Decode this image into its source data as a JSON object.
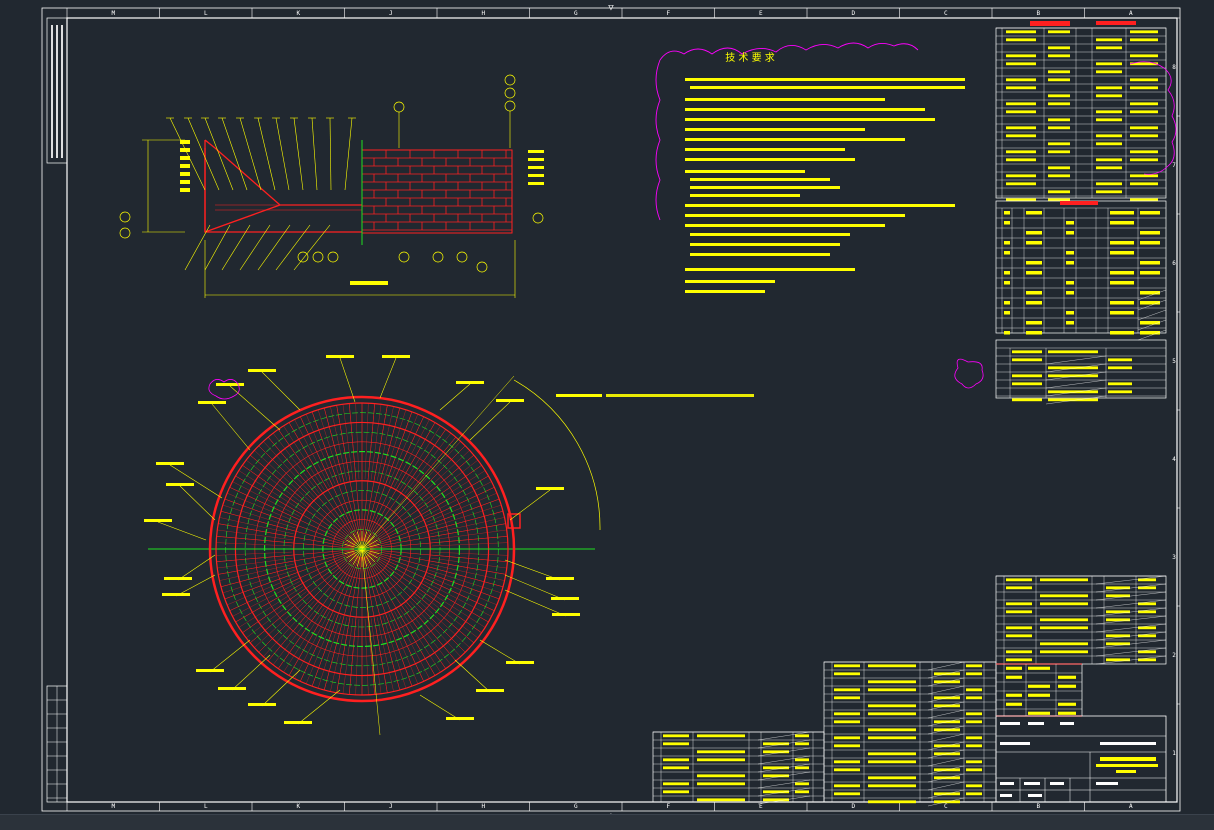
{
  "drawing": {
    "colors": {
      "background": "#212830",
      "frame": "#ffffff",
      "primary": "#ffff00",
      "accent": "#ff2020",
      "secondary": "#20e020",
      "revision_cloud": "#ff00ff"
    },
    "border_column_labels": [
      "M",
      "L",
      "K",
      "J",
      "H",
      "G",
      "F",
      "E",
      "D",
      "C",
      "B",
      "A"
    ],
    "border_row_labels": [
      "8",
      "7",
      "6",
      "5",
      "4",
      "3",
      "2",
      "1"
    ],
    "top_marker": "▽",
    "bottom_marker": "△",
    "tech_requirements_title": "技 术 要 求",
    "main_plan": {
      "radial_count": 72,
      "ring_count": 14
    }
  }
}
